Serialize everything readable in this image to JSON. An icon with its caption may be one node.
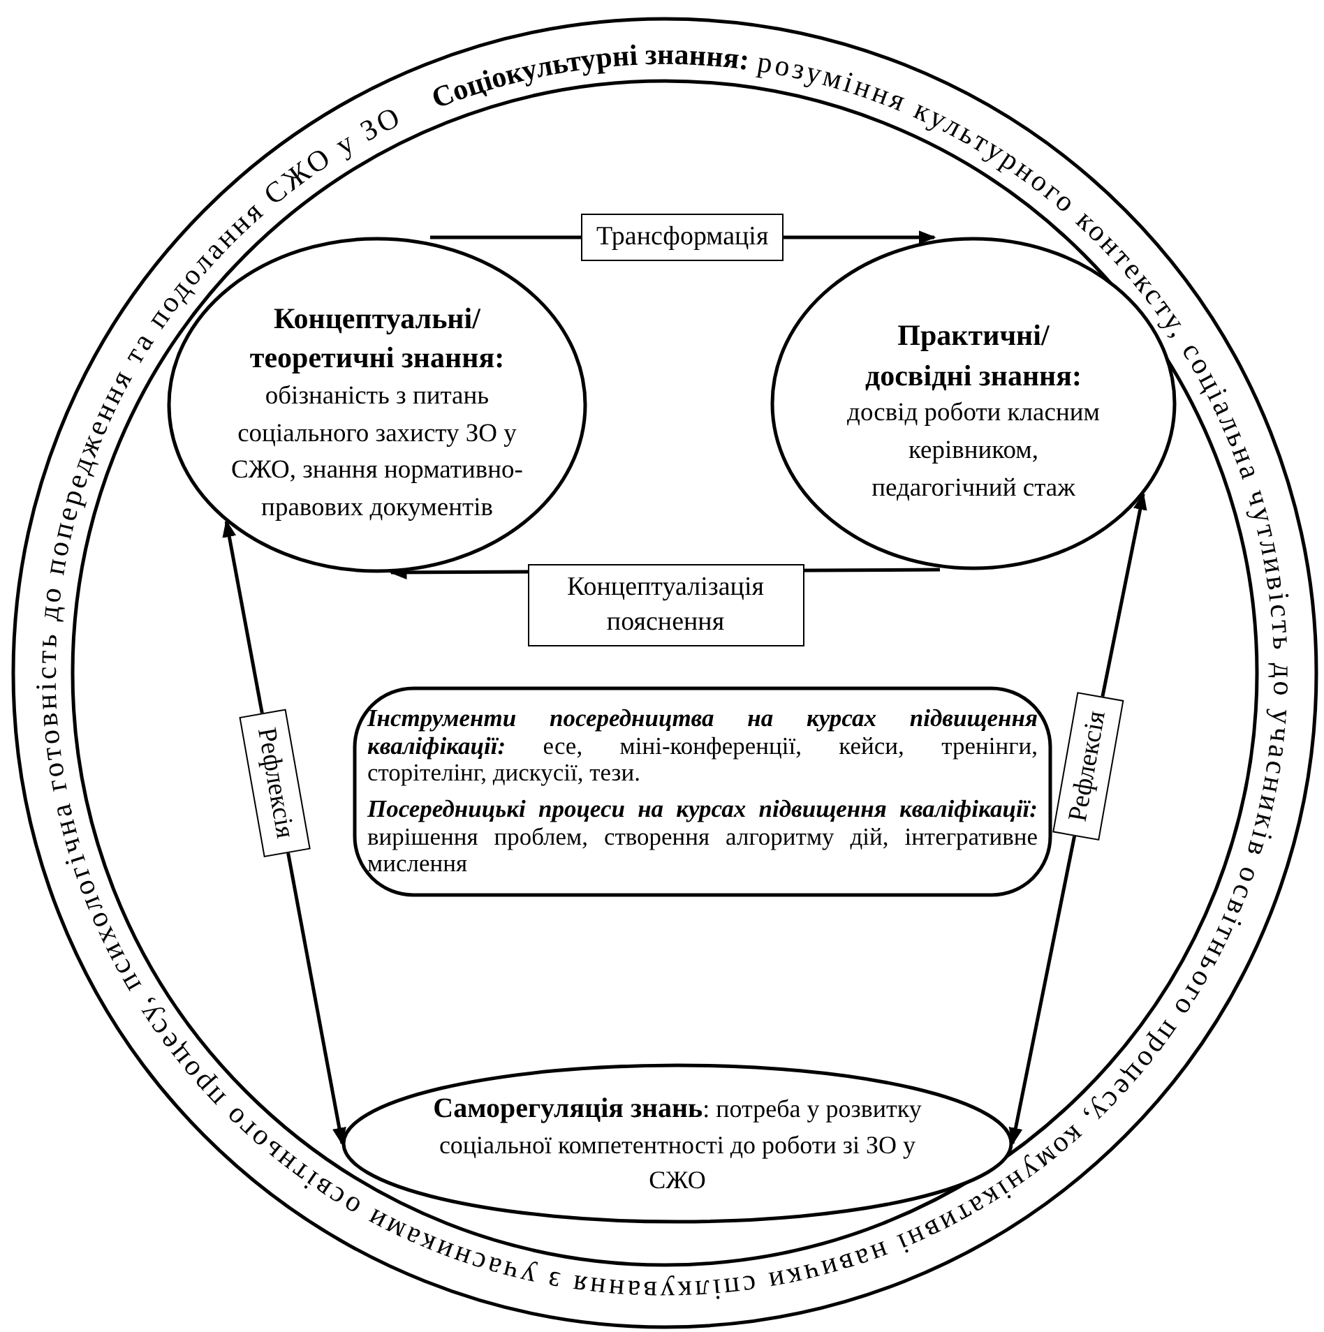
{
  "diagram": {
    "nodes": [
      {
        "text": [
          "Соціокультурні знання:",
          "розуміння культурного контексту, соціальна чутливість до учасників освітнього процесу, комунікативні навички спілкування з учасниками освітнього процесу, психологічна готовність до попередження та подолання СЖО у ЗО"
        ]
      },
      {
        "text": [
          "Концептуальні/ теоретичні знання:",
          "обізнаність з питань соціального захисту ЗО у СЖО, знання нормативно-правових документів"
        ],
        "in": 0
      },
      {
        "text": [
          "Практичні/ досвідні знання:",
          "досвід роботи класним керівником, педагогічний стаж"
        ],
        "in": 0
      },
      {
        "text": [
          "**Інструменти посередництва на курсах підвищення кваліфікації:** есе, міні-конференції, кейси, тренінги, сторітелінг, дискусії, тези.",
          "**Посередницькі процеси на курсах підвищення кваліфікації:** вирішення проблем, створення алгоритму дій, інтегративне мислення"
        ],
        "in": 0
      },
      {
        "text": [
          "**Саморегуляція знань**: потреба у розвитку соціальної компетентності до роботи зі ЗО у СЖО"
        ],
        "in": 0
      }
    ],
    "edges": [
      {
        "from": 1,
        "to": 2,
        "arrow": "to",
        "label": "Трансформація"
      },
      {
        "from": 2,
        "to": 1,
        "arrow": "to",
        "label": "Концептуалізація пояснення"
      },
      {
        "from": 4,
        "to": 1,
        "arrow": "both",
        "label": "Рефлексія"
      },
      {
        "from": 4,
        "to": 2,
        "arrow": "both",
        "label": "Рефлексія"
      }
    ]
  }
}
